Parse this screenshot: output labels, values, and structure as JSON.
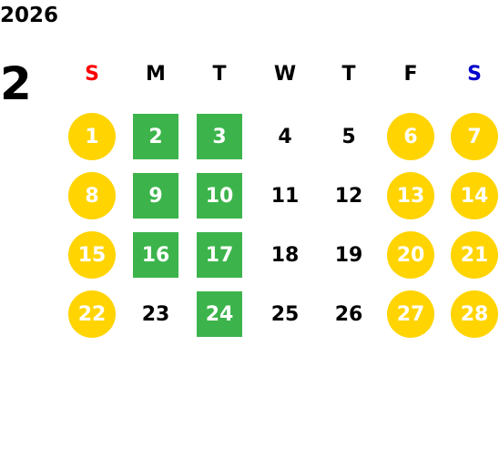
{
  "calendar": {
    "year": "2026",
    "month": "2",
    "colors": {
      "sunday_header": "#ff0000",
      "saturday_header": "#0000cc",
      "weekday_header": "#000000",
      "weekend_fill": "#ffd400",
      "holiday_fill": "#3cb44b",
      "highlighted_text": "#ffffff",
      "plain_text": "#000000"
    },
    "weekdays": [
      {
        "label": "S",
        "color": "#ff0000"
      },
      {
        "label": "M",
        "color": "#000000"
      },
      {
        "label": "T",
        "color": "#000000"
      },
      {
        "label": "W",
        "color": "#000000"
      },
      {
        "label": "T",
        "color": "#000000"
      },
      {
        "label": "F",
        "color": "#000000"
      },
      {
        "label": "S",
        "color": "#0000cc"
      }
    ],
    "weeks": [
      [
        {
          "day": "1",
          "style": "circle"
        },
        {
          "day": "2",
          "style": "square"
        },
        {
          "day": "3",
          "style": "square"
        },
        {
          "day": "4",
          "style": "plain"
        },
        {
          "day": "5",
          "style": "plain"
        },
        {
          "day": "6",
          "style": "circle"
        },
        {
          "day": "7",
          "style": "circle"
        }
      ],
      [
        {
          "day": "8",
          "style": "circle"
        },
        {
          "day": "9",
          "style": "square"
        },
        {
          "day": "10",
          "style": "square"
        },
        {
          "day": "11",
          "style": "plain"
        },
        {
          "day": "12",
          "style": "plain"
        },
        {
          "day": "13",
          "style": "circle"
        },
        {
          "day": "14",
          "style": "circle"
        }
      ],
      [
        {
          "day": "15",
          "style": "circle"
        },
        {
          "day": "16",
          "style": "square"
        },
        {
          "day": "17",
          "style": "square"
        },
        {
          "day": "18",
          "style": "plain"
        },
        {
          "day": "19",
          "style": "plain"
        },
        {
          "day": "20",
          "style": "circle"
        },
        {
          "day": "21",
          "style": "circle"
        }
      ],
      [
        {
          "day": "22",
          "style": "circle"
        },
        {
          "day": "23",
          "style": "plain"
        },
        {
          "day": "24",
          "style": "square"
        },
        {
          "day": "25",
          "style": "plain"
        },
        {
          "day": "26",
          "style": "plain"
        },
        {
          "day": "27",
          "style": "circle"
        },
        {
          "day": "28",
          "style": "circle"
        }
      ]
    ]
  }
}
